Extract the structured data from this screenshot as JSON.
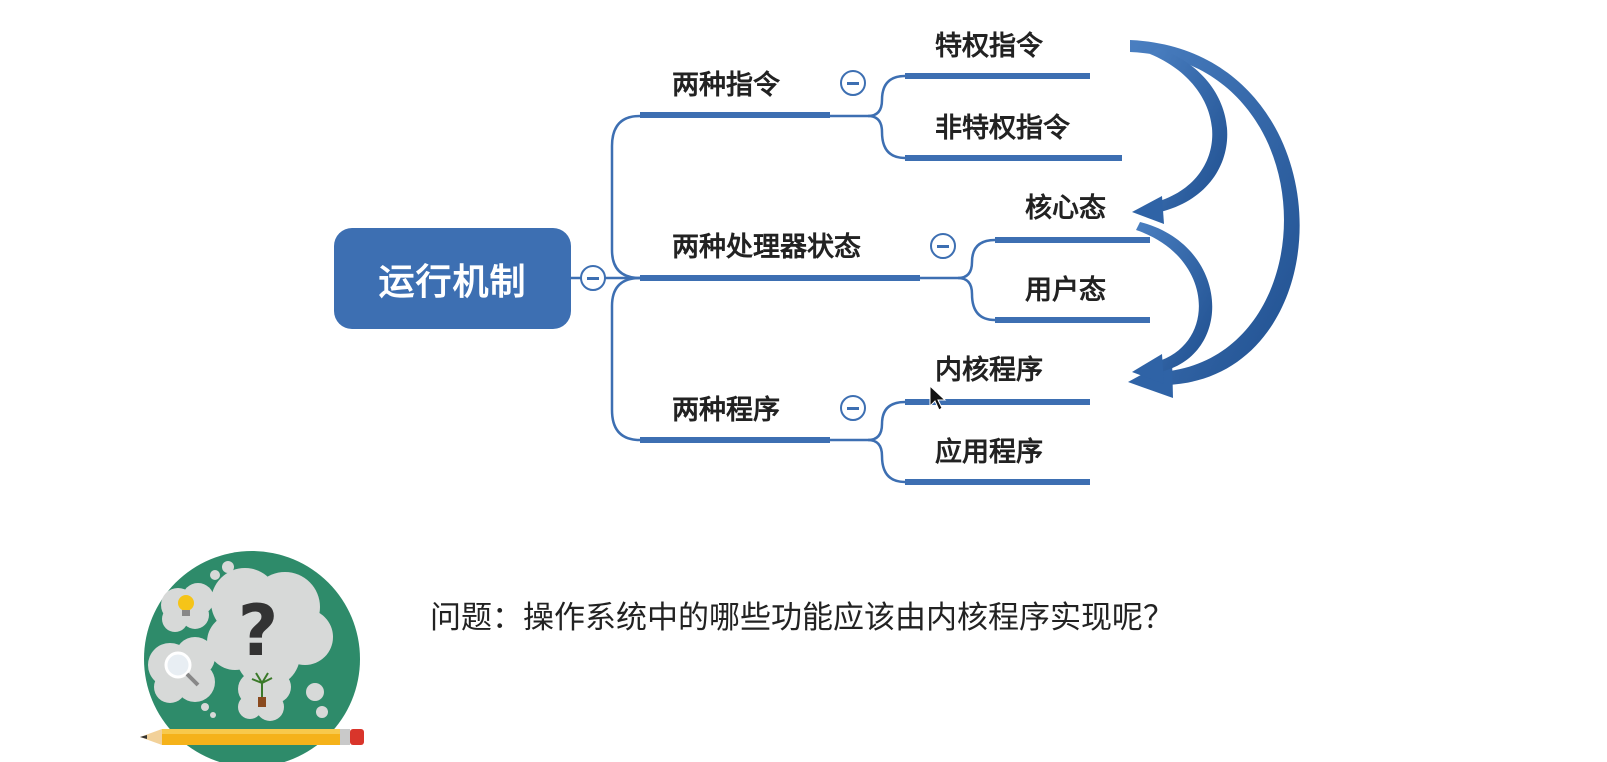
{
  "mindmap": {
    "root": "运行机制",
    "branches": [
      {
        "label": "两种指令",
        "children": [
          "特权指令",
          "非特权指令"
        ]
      },
      {
        "label": "两种处理器状态",
        "children": [
          "核心态",
          "用户态"
        ]
      },
      {
        "label": "两种程序",
        "children": [
          "内核程序",
          "应用程序"
        ]
      }
    ],
    "branch_color": "#3d6fb2",
    "arrow_color": "#2f63a6"
  },
  "question": "问题：操作系统中的哪些功能应该由内核程序实现呢？",
  "illustration": {
    "icon": "thinking-bubbles-icon",
    "question_mark": "?",
    "circle_color": "#2e8b6a"
  }
}
